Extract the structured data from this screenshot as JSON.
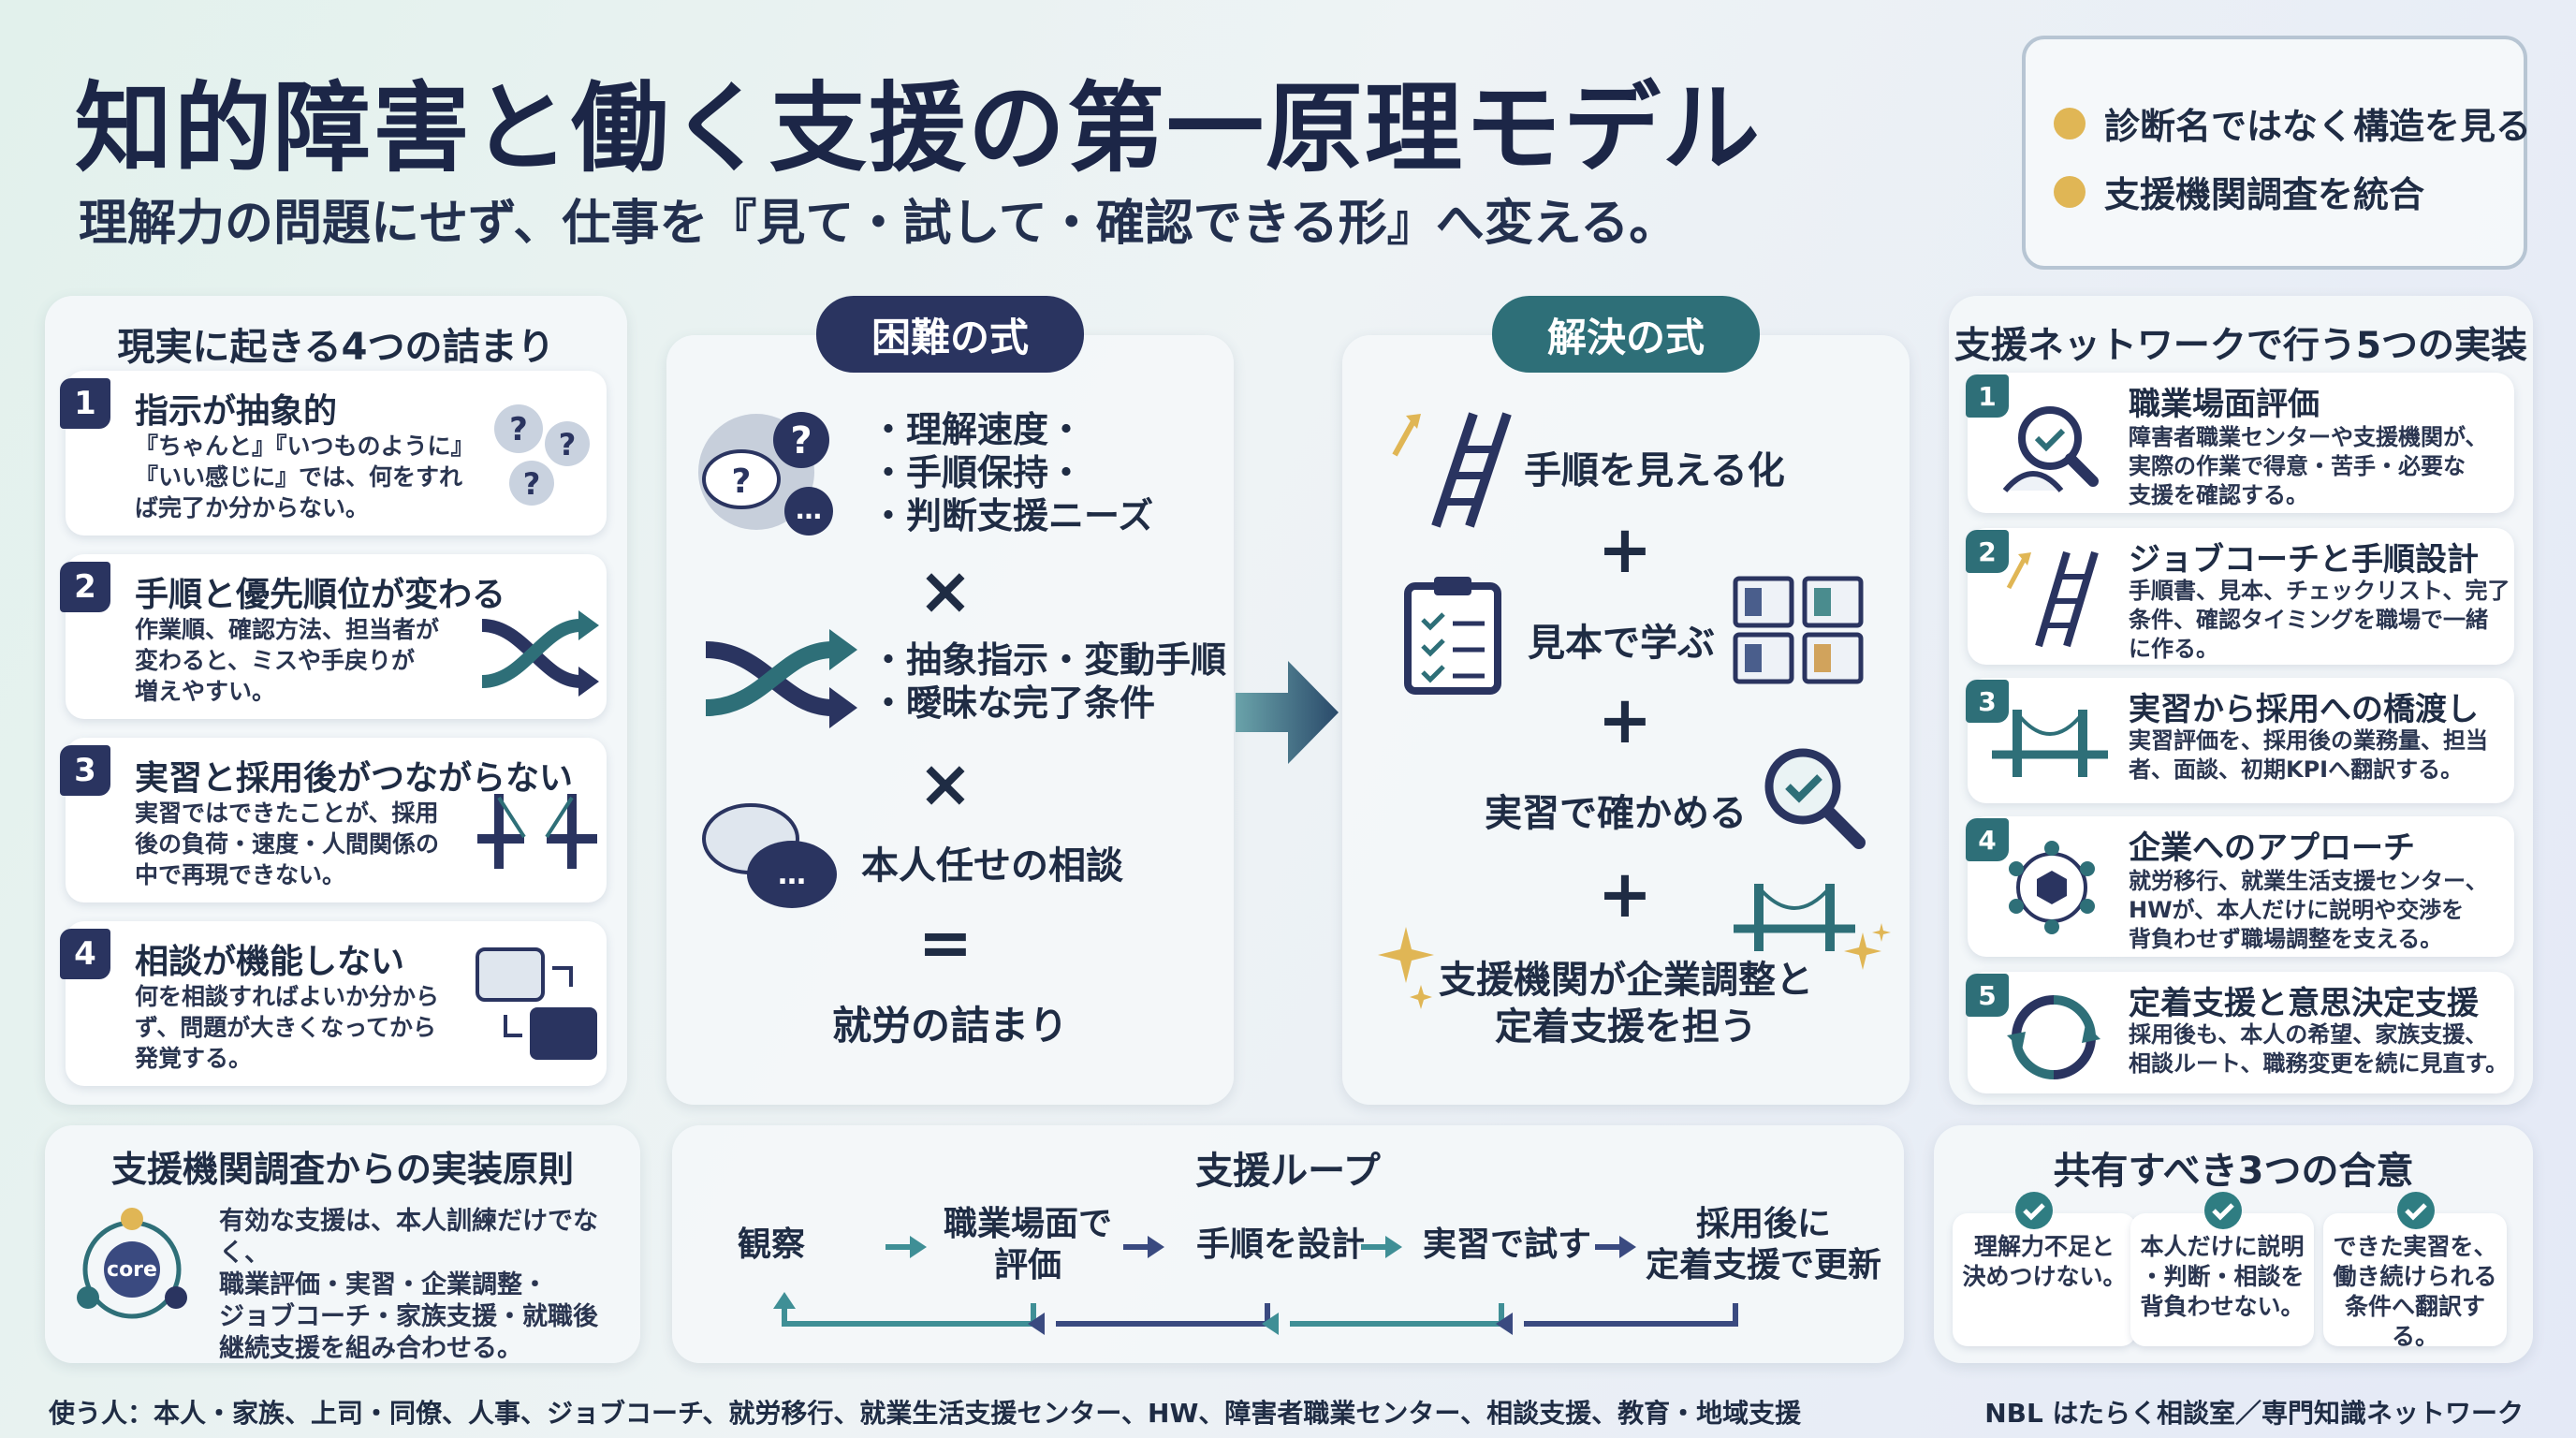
{
  "header": {
    "title": "知的障害と働く支援の第一原理モデル",
    "subtitle": "理解力の問題にせず、仕事を『見て・試して・確認できる形』へ変える。",
    "tags": [
      "診断名ではなく構造を見る",
      "支援機関調査を統合"
    ]
  },
  "left": {
    "title": "現実に起きる4つの詰まり",
    "items": [
      {
        "num": "1",
        "title": "指示が抽象的",
        "body": [
          "『ちゃんと』『いつものように』",
          "『いい感じに』では、何をすれ",
          "ば完了か分からない。"
        ]
      },
      {
        "num": "2",
        "title": "手順と優先順位が変わる",
        "body": [
          "作業順、確認方法、担当者が",
          "変わると、ミスや手戻りが",
          "増えやすい。"
        ]
      },
      {
        "num": "3",
        "title": "実習と採用後がつながらない",
        "body": [
          "実習ではできたことが、採用",
          "後の負荷・速度・人間関係の",
          "中で再現できない。"
        ]
      },
      {
        "num": "4",
        "title": "相談が機能しない",
        "body": [
          "何を相談すればよいか分から",
          "ず、問題が大きくなってから",
          "発覚する。"
        ]
      }
    ]
  },
  "difficulty": {
    "pill": "困難の式",
    "group1": [
      "・理解速度・",
      "・手順保持・",
      "・判断支援ニーズ"
    ],
    "times1": "×",
    "group2": [
      "・抽象指示・変動手順",
      "・曖昧な完了条件"
    ],
    "times2": "×",
    "group3": "本人任せの相談",
    "equals": "=",
    "result": "就労の詰まり"
  },
  "solution": {
    "pill": "解決の式",
    "s1": "手順を見える化",
    "plus": "+",
    "s2": "見本で学ぶ",
    "s3": "実習で確かめる",
    "s4a": "支援機関が企業調整と",
    "s4b": "定着支援を担う"
  },
  "right": {
    "title": "支援ネットワークで行う5つの実装",
    "items": [
      {
        "num": "1",
        "title": "職業場面評価",
        "body": [
          "障害者職業センターや支援機関が、",
          "実際の作業で得意・苦手・必要な",
          "支援を確認する。"
        ]
      },
      {
        "num": "2",
        "title": "ジョブコーチと手順設計",
        "body": [
          "手順書、見本、チェックリスト、完了",
          "条件、確認タイミングを職場で一緒",
          "に作る。"
        ]
      },
      {
        "num": "3",
        "title": "実習から採用への橋渡し",
        "body": [
          "実習評価を、採用後の業務量、担当",
          "者、面談、初期KPIへ翻訳する。"
        ]
      },
      {
        "num": "4",
        "title": "企業へのアプローチ",
        "body": [
          "就労移行、就業生活支援センター、",
          "HWが、本人だけに説明や交渉を",
          "背負わせず職場調整を支える。"
        ]
      },
      {
        "num": "5",
        "title": "定着支援と意思決定支援",
        "body": [
          "採用後も、本人の希望、家族支援、",
          "相談ルート、職務変更を続に見直す。"
        ]
      }
    ]
  },
  "principle": {
    "title": "支援機関調査からの実装原則",
    "core": "core",
    "body": [
      "有効な支援は、本人訓練だけでなく、",
      "職業評価・実習・企業調整・",
      "ジョブコーチ・家族支援・就職後",
      "継続支援を組み合わせる。"
    ]
  },
  "loop": {
    "title": "支援ループ",
    "steps": [
      "観察",
      "職業場面で",
      "評価",
      "手順を設計",
      "実習で試す",
      "採用後に",
      "定着支援で更新"
    ]
  },
  "agreements": {
    "title": "共有すべき3つの合意",
    "items": [
      [
        "理解力不足と",
        "決めつけない。"
      ],
      [
        "本人だけに説明",
        "・判断・相談を",
        "背負わせない。"
      ],
      [
        "できた実習を、",
        "働き続けられる",
        "条件へ翻訳する。"
      ]
    ]
  },
  "footer": {
    "left": "使う人：本人・家族、上司・同僚、人事、ジョブコーチ、就労移行、就業生活支援センター、HW、障害者職業センター、相談支援、教育・地域支援",
    "right": "NBL はたらく相談室／専門知識ネットワーク"
  },
  "colors": {
    "navy": "#2a3460",
    "teal": "#2e6f78",
    "gold": "#e0b655",
    "accent": "#3f8f96"
  }
}
